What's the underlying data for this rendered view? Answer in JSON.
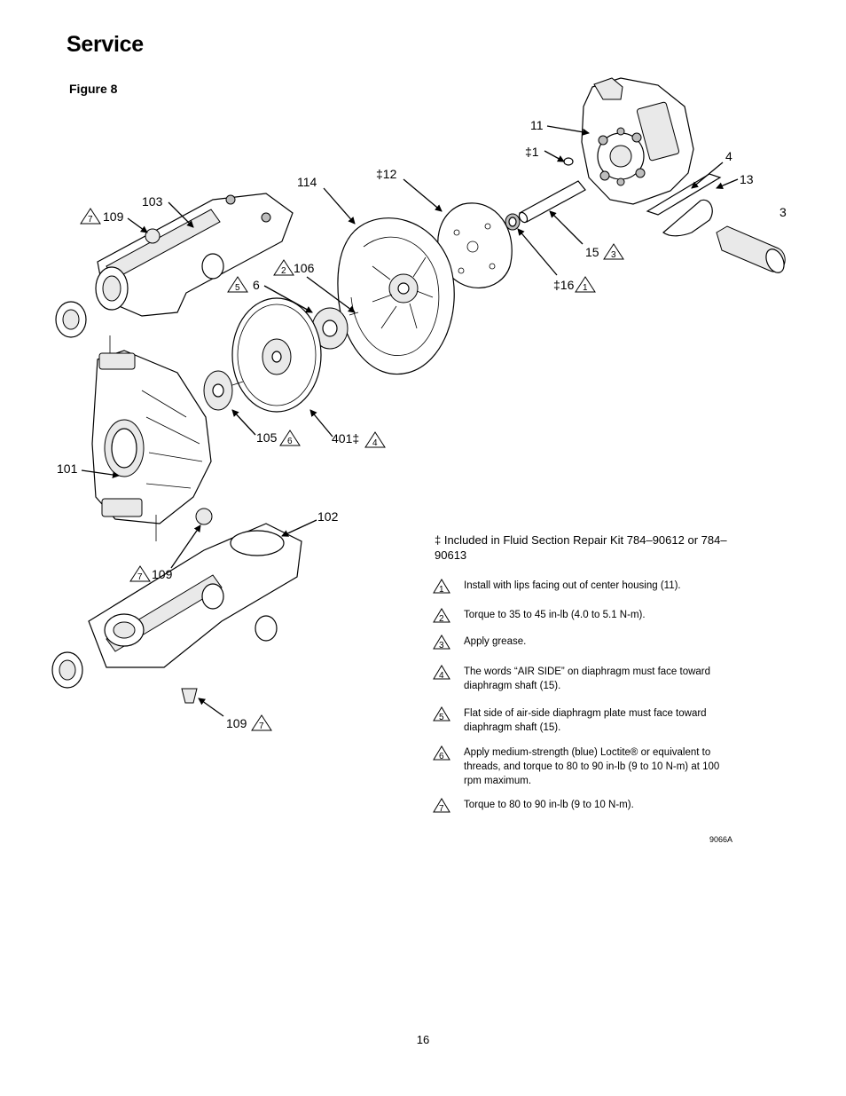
{
  "page": {
    "title": "Service",
    "figure_label": "Figure 8",
    "drawing_number": "9066A",
    "page_number": "16"
  },
  "callouts": {
    "c11": "11",
    "c1": "‡1",
    "c4": "4",
    "c13": "13",
    "c3": "3",
    "c12": "‡12",
    "c114": "114",
    "c103": "103",
    "c109a": "109",
    "c106": "106",
    "c6": "6",
    "c15": "15",
    "c16": "‡16",
    "c105": "105",
    "c401": "401‡",
    "c101": "101",
    "c102": "102",
    "c109b": "109",
    "c109c": "109"
  },
  "callout_notes": {
    "c109a": "7",
    "c106": "2",
    "c6": "5",
    "c15": "3",
    "c16": "1",
    "c105": "6",
    "c401": "4",
    "c109b": "7",
    "c109c": "7"
  },
  "kit_note": "‡  Included in Fluid Section Repair Kit 784–90612 or 784–90613",
  "notes": [
    {
      "num": "1",
      "text": "Install with lips facing out of center housing (11)."
    },
    {
      "num": "2",
      "text": "Torque to 35 to 45 in-lb (4.0 to 5.1 N-m)."
    },
    {
      "num": "3",
      "text": "Apply grease."
    },
    {
      "num": "4",
      "text": "The words “AIR SIDE” on diaphragm must face toward diaphragm shaft (15)."
    },
    {
      "num": "5",
      "text": "Flat side of air-side diaphragm plate must face toward diaphragm shaft (15)."
    },
    {
      "num": "6",
      "text": "Apply medium-strength (blue) Loctite®    or equivalent to threads, and torque to 80 to 90 in-lb (9 to 10 N-m) at 100 rpm maximum."
    },
    {
      "num": "7",
      "text": "Torque to 80 to 90 in-lb (9 to 10 N-m)."
    }
  ]
}
